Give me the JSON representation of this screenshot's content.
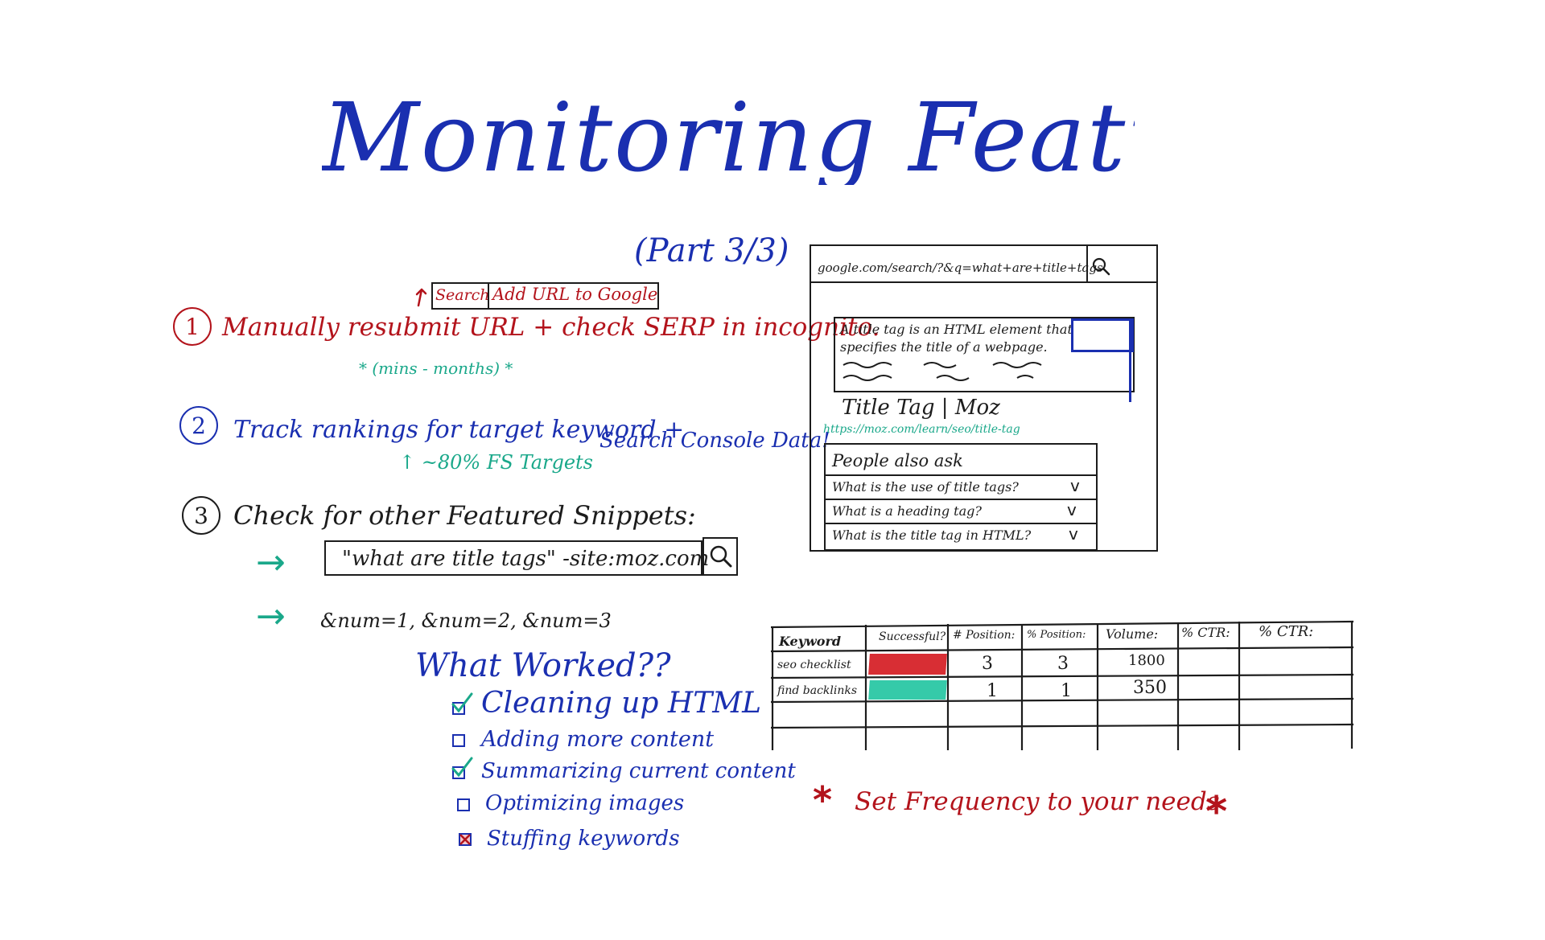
{
  "title": "Monitoring Featured Snippets",
  "subtitle": "(Part 3/3)",
  "step1": {
    "number": "1",
    "text": "Manually resubmit URL + check SERP in incognito.",
    "note": "* (mins - months) *",
    "gsc_tab_search": "Search",
    "gsc_tab_add": "Add URL to Google"
  },
  "step2": {
    "number": "2",
    "text": "Track rankings for target keyword +",
    "text_extra": "Search Console Data!",
    "note": "↑ ~80% FS Targets"
  },
  "step3": {
    "number": "3",
    "text": "Check for other Featured Snippets:",
    "search_query": "\"what are title tags\"   -site:moz.com",
    "arrow": "→",
    "params": "&num=1,   &num=2,   &num=3"
  },
  "what_worked": {
    "heading": "What Worked??",
    "items": [
      {
        "label": "Cleaning up HTML",
        "state": "checked"
      },
      {
        "label": "Adding more content",
        "state": "empty"
      },
      {
        "label": "Summarizing current content",
        "state": "checked"
      },
      {
        "label": "Optimizing images",
        "state": "empty"
      },
      {
        "label": "Stuffing keywords",
        "state": "crossed"
      }
    ]
  },
  "serp": {
    "url": "google.com/search/?&q=what+are+title+tags",
    "snippet_line1": "A title tag is an HTML element that",
    "snippet_line2": "specifies the title of a webpage.",
    "result_title": "Title Tag | Moz",
    "result_url": "https://moz.com/learn/seo/title-tag",
    "paa_heading": "People also ask",
    "paa_items": [
      "What is the use of title tags?",
      "What is a heading tag?",
      "What is the title tag in HTML?"
    ],
    "chevron": "v"
  },
  "table": {
    "headers": [
      "Keyword",
      "Successful?",
      "# Position:",
      "% Position:",
      "Volume:",
      "% CTR:",
      "% CTR:"
    ],
    "rows": [
      {
        "keyword": "seo checklist",
        "status_color": "#d4171e",
        "pos1": "3",
        "pos2": "3",
        "volume": "1800"
      },
      {
        "keyword": "find backlinks",
        "status_color": "#1fc4a0",
        "pos1": "1",
        "pos2": "1",
        "volume": "350"
      }
    ]
  },
  "footer_note": {
    "star": "*",
    "text": "Set Frequency to your needs."
  },
  "colors": {
    "blue": "#1a2fb0",
    "red": "#b3131b",
    "green": "#1aa88a",
    "black": "#1c1c1c"
  }
}
